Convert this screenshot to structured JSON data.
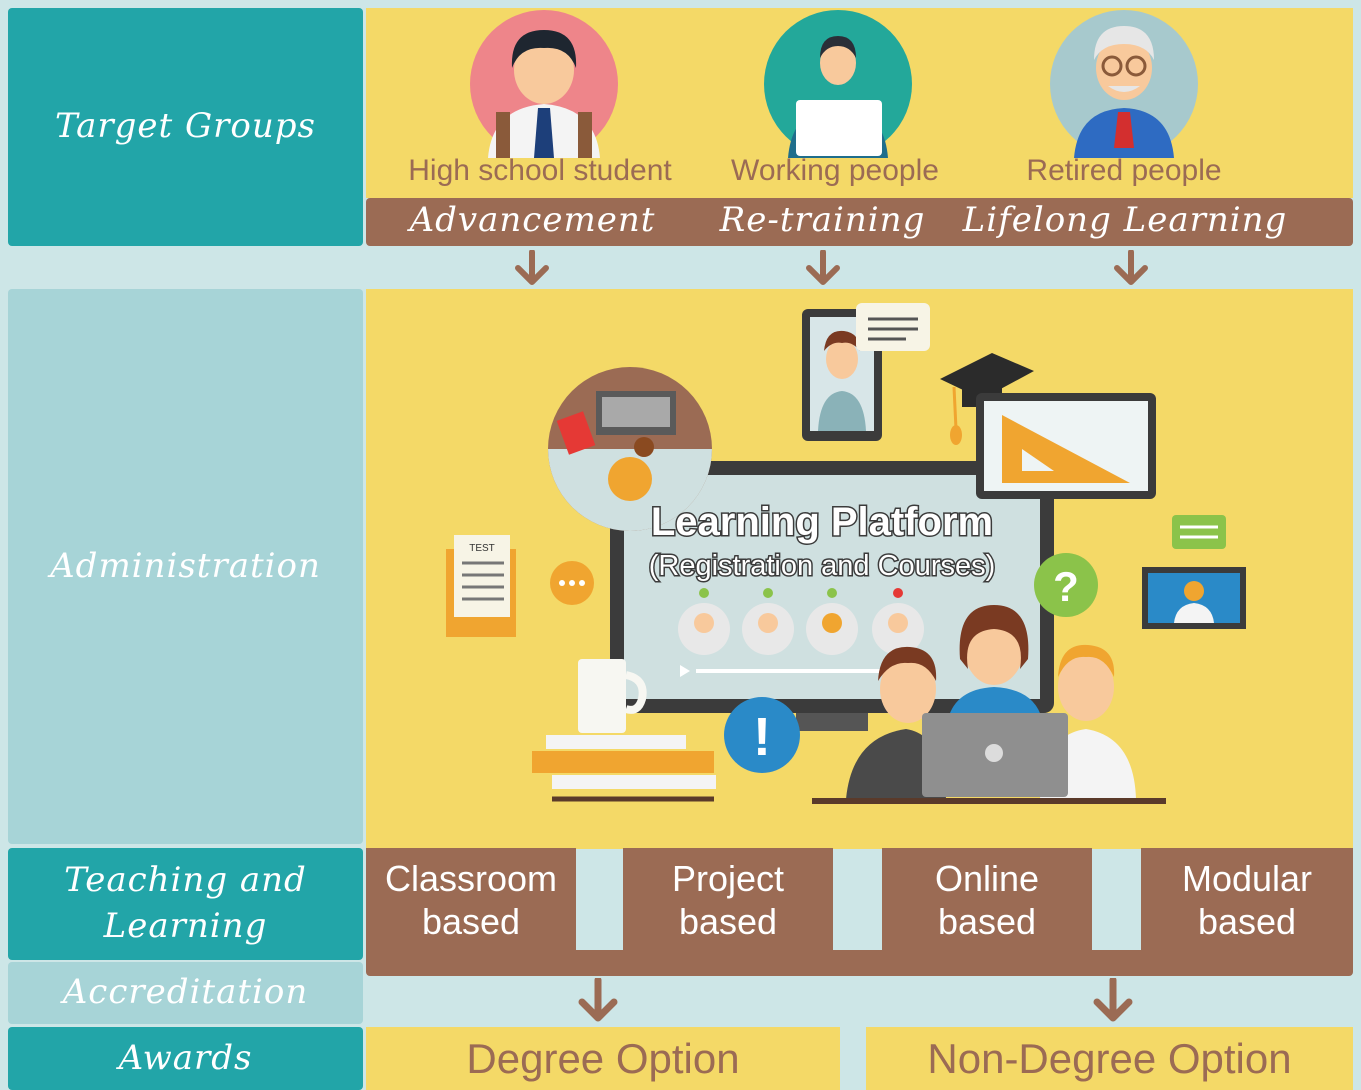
{
  "rows": {
    "target_groups": "Target Groups",
    "administration": "Administration",
    "teaching_line1": "Teaching and",
    "teaching_line2": "Learning",
    "accreditation": "Accreditation",
    "awards": "Awards"
  },
  "groups": [
    {
      "label": "High school student",
      "path": "Advancement"
    },
    {
      "label": "Working people",
      "path": "Re-training"
    },
    {
      "label": "Retired people",
      "path": "Lifelong Learning"
    }
  ],
  "platform": {
    "title": "Learning Platform",
    "subtitle": "(Registration and Courses)",
    "test_label": "TEST",
    "question_mark": "?",
    "exclamation": "!"
  },
  "modes": [
    {
      "line1": "Classroom",
      "line2": "based"
    },
    {
      "line1": "Project",
      "line2": "based"
    },
    {
      "line1": "Online",
      "line2": "based"
    },
    {
      "line1": "Modular",
      "line2": "based"
    }
  ],
  "options": {
    "degree": "Degree Option",
    "non_degree": "Non-Degree Option"
  },
  "colors": {
    "teal": "#22a5a8",
    "light_teal": "#a7d4d7",
    "yellow": "#f4d967",
    "brown": "#9b6b54",
    "background": "#cde6e7"
  }
}
